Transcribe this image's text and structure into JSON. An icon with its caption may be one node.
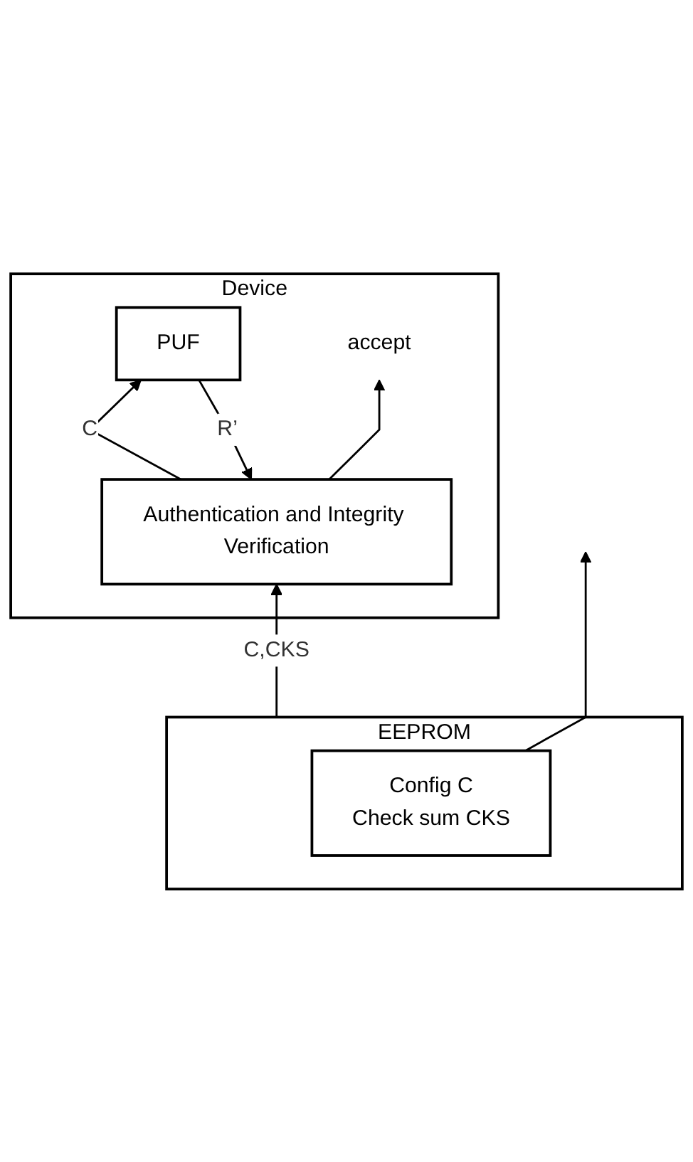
{
  "diagram": {
    "nodes": [
      {
        "text": [
          "Device"
        ]
      },
      {
        "text": [
          "Authentication and Integrity Verification"
        ],
        "in": 0
      },
      {
        "text": [
          "PUF"
        ],
        "in": 0
      },
      {
        "text": [
          "accept"
        ],
        "in": 0
      },
      {
        "text": [
          "EEPROM"
        ]
      },
      {
        "text": [
          "Config C",
          "Check sum CKS"
        ],
        "in": 4
      }
    ],
    "edges": [
      {
        "from": 1,
        "to": 2,
        "label": "C",
        "arrow": "to"
      },
      {
        "from": 2,
        "to": 1,
        "label": "R’",
        "arrow": "to"
      },
      {
        "from": 1,
        "to": 3,
        "arrow": "to"
      },
      {
        "from": 4,
        "to": 1,
        "label": "C,CKS",
        "arrow": "to"
      },
      {
        "from": 5,
        "to": null,
        "arrow": "to"
      }
    ]
  }
}
